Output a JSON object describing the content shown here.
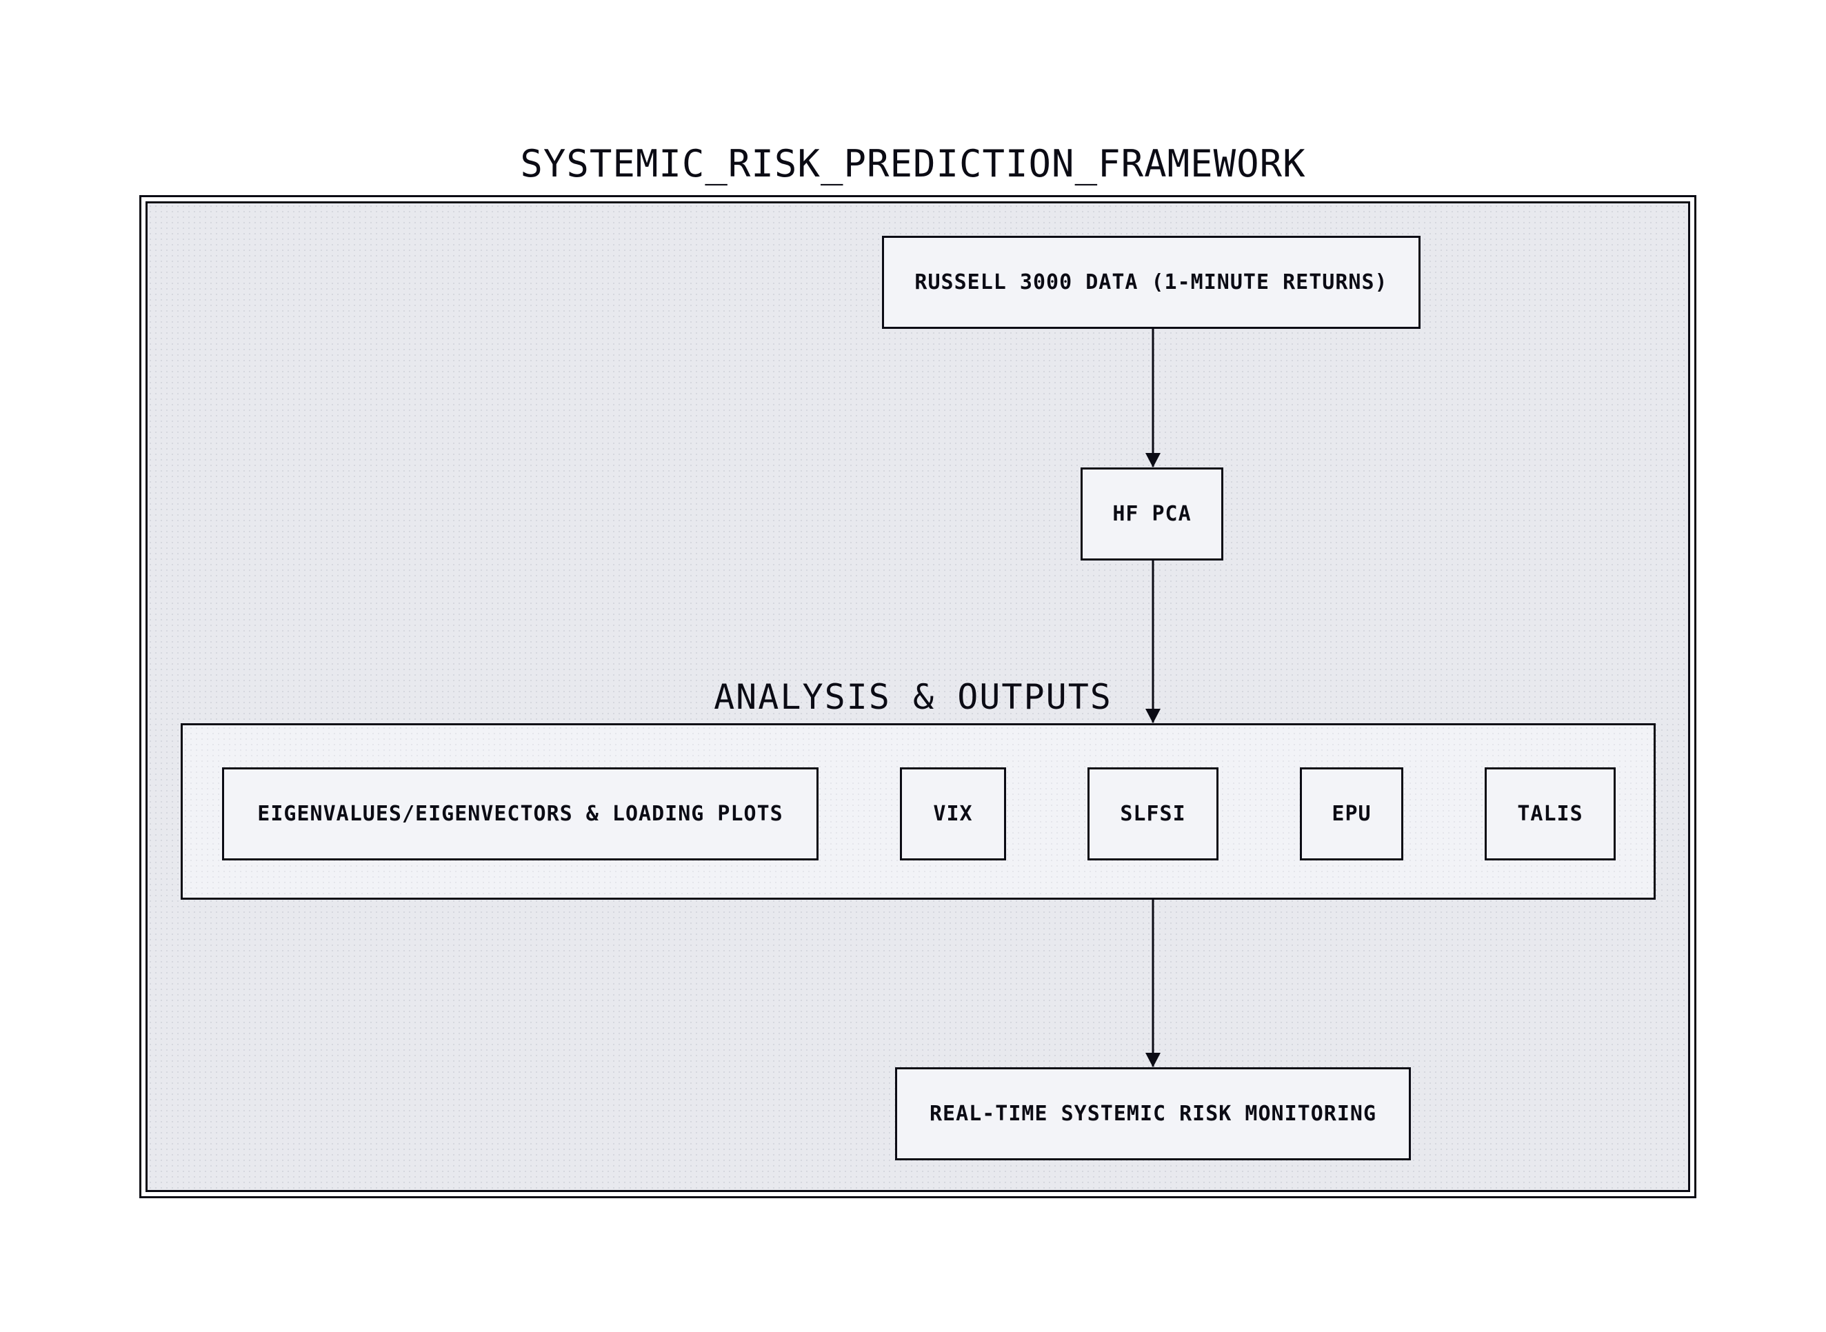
{
  "diagram": {
    "title": "SYSTEMIC_RISK_PREDICTION_FRAMEWORK",
    "group_label": "ANALYSIS & OUTPUTS",
    "nodes": {
      "russell": "RUSSELL 3000 DATA (1-MINUTE RETURNS)",
      "hf_pca": "HF PCA",
      "eigen": "EIGENVALUES/EIGENVECTORS & LOADING PLOTS",
      "vix": "VIX",
      "slfsi": "SLFSI",
      "epu": "EPU",
      "talis": "TALIS",
      "monitoring": "REAL-TIME SYSTEMIC RISK MONITORING"
    },
    "edges": [
      {
        "from": "RUSSELL 3000 DATA (1-MINUTE RETURNS)",
        "to": "HF PCA"
      },
      {
        "from": "HF PCA",
        "to": "ANALYSIS & OUTPUTS"
      },
      {
        "from": "ANALYSIS & OUTPUTS",
        "to": "REAL-TIME SYSTEMIC RISK MONITORING"
      }
    ],
    "colors": {
      "stroke": "#0b0b14",
      "frame_fill": "#e8e9ee",
      "node_fill": "#f3f4f8"
    }
  }
}
